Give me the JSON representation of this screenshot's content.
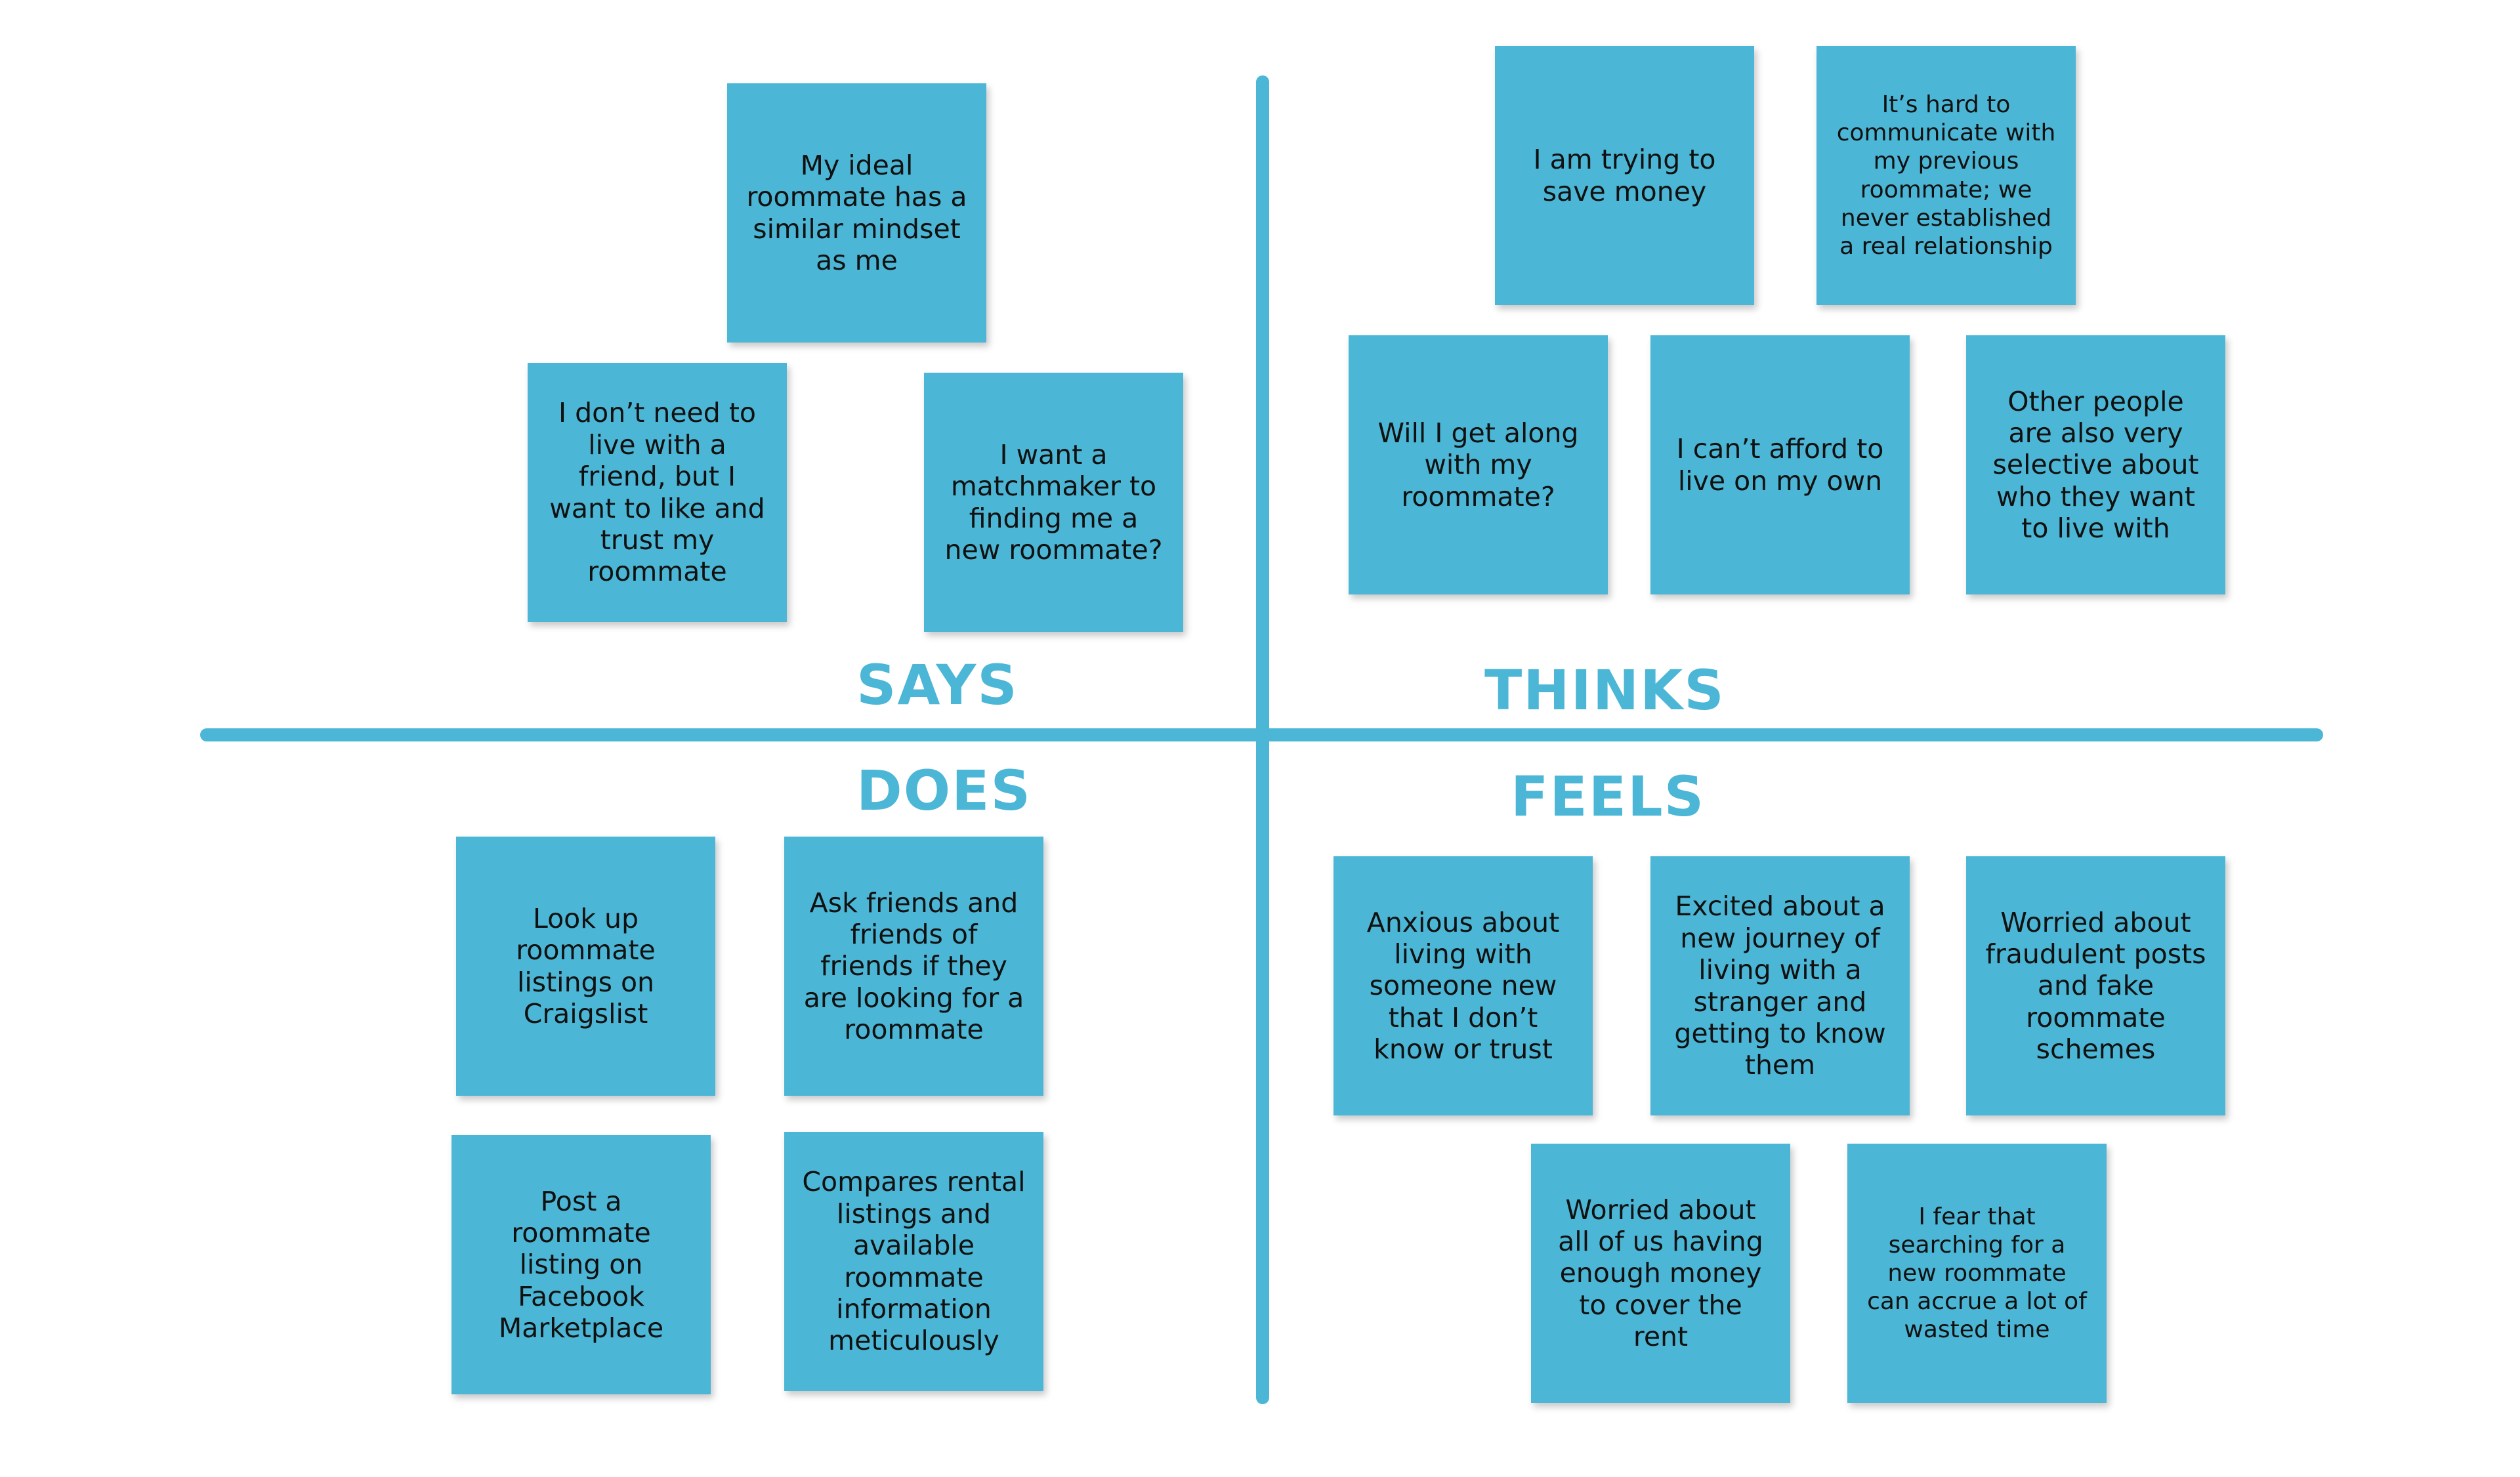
{
  "colors": {
    "note": "#4bb6d5",
    "axis": "#4bb6d5",
    "label": "#4bb6d5",
    "background": "#ffffff"
  },
  "quadrants": {
    "says": {
      "label": "SAYS"
    },
    "thinks": {
      "label": "THINKS"
    },
    "does": {
      "label": "DOES"
    },
    "feels": {
      "label": "FEELS"
    }
  },
  "notes": {
    "says": [
      "My ideal roommate has a similar mindset as me",
      "I don’t need to live with a friend, but I want to like and trust my roommate",
      "I want a matchmaker to finding me a new roommate?"
    ],
    "thinks": [
      "I am trying to save money",
      "It’s hard to communicate with my previous roommate; we never established a real relationship",
      "Will I get along with my roommate?",
      "I can’t afford to live on my own",
      "Other people are also very selective about who they want to live with"
    ],
    "does": [
      "Look up roommate listings on Craigslist",
      "Ask friends and friends of friends if they are looking for a roommate",
      "Post a roommate listing on Facebook Marketplace",
      "Compares rental listings and available roommate information meticulously"
    ],
    "feels": [
      "Anxious about living with someone new that I don’t know or trust",
      "Excited about a new journey of living with a stranger and getting to know them",
      "Worried about fraudulent posts and fake roommate schemes",
      "Worried about all of us having enough money to cover the rent",
      "I fear that searching for a new roommate can accrue a lot of wasted time"
    ]
  }
}
